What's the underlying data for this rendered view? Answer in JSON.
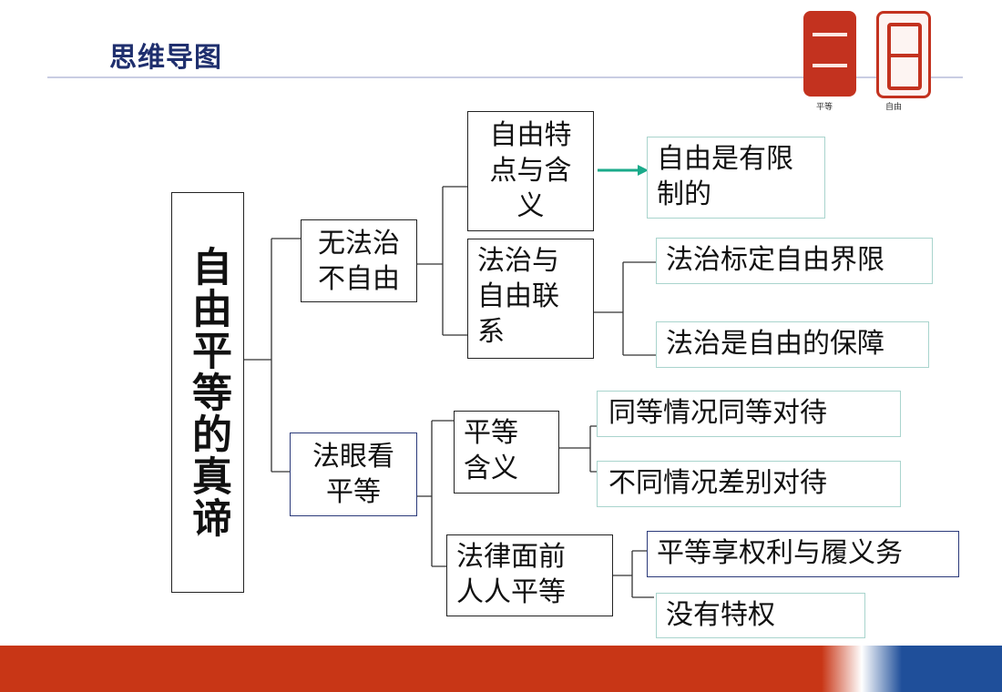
{
  "header": {
    "title": "思维导图"
  },
  "logos": [
    {
      "caption": "平等"
    },
    {
      "caption": "自由"
    }
  ],
  "mindmap": {
    "root": "自由平等的真谛",
    "branch1": {
      "label": "无法治\n不自由",
      "child1": {
        "label": "自由特\n点与含\n义",
        "leaf": "自由是有限\n制的"
      },
      "child2": {
        "label": "法治与\n自由联\n系",
        "leaves": [
          "法治标定自由界限",
          "法治是自由的保障"
        ]
      }
    },
    "branch2": {
      "label": "法眼看\n平等",
      "child1": {
        "label": "平等\n含义",
        "leaves": [
          "同等情况同等对待",
          "不同情况差别对待"
        ]
      },
      "child2": {
        "label": "法律面前\n人人平等",
        "leaves": [
          "平等享权利与履义务",
          "没有特权"
        ]
      }
    }
  },
  "colors": {
    "title": "#1f2f6e",
    "arrow": "#1aaa8a",
    "footer_red": "#c83616",
    "footer_blue": "#1f4f9a"
  }
}
